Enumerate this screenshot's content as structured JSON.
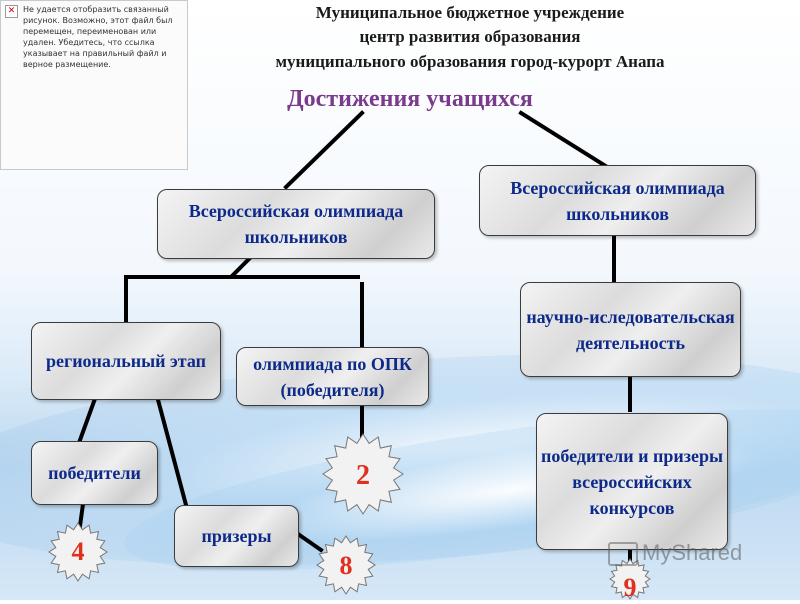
{
  "broken_image": {
    "message": "Не удается отобразить связанный рисунок. Возможно, этот файл был перемещен, переименован или удален. Убедитесь, что ссылка указывает на правильный файл и верное размещение."
  },
  "header": {
    "line1": "Муниципальное бюджетное учреждение",
    "line2": "центр развития образования",
    "line3": "муниципального образования город-курорт Анапа"
  },
  "title": "Достижения учащихся",
  "boxes": {
    "olympiad_left": "Всероссийская олимпиада школьников",
    "olympiad_right": "Всероссийская олимпиада школьников",
    "regional": "региональный этап",
    "opk": "олимпиада по ОПК (победителя)",
    "research": "научно-иследовательская деятельность",
    "winners": "победители",
    "prizewinners": "призеры",
    "contest_winners": "победители и призеры всероссийских конкурсов"
  },
  "counts": {
    "opk": "2",
    "winners": "4",
    "prizewinners": "8",
    "contest_winners": "9"
  },
  "watermark": "MyShared",
  "colors": {
    "box_text": "#0d2a8a",
    "title": "#7a3b8c",
    "count_text": "#e0301e"
  }
}
